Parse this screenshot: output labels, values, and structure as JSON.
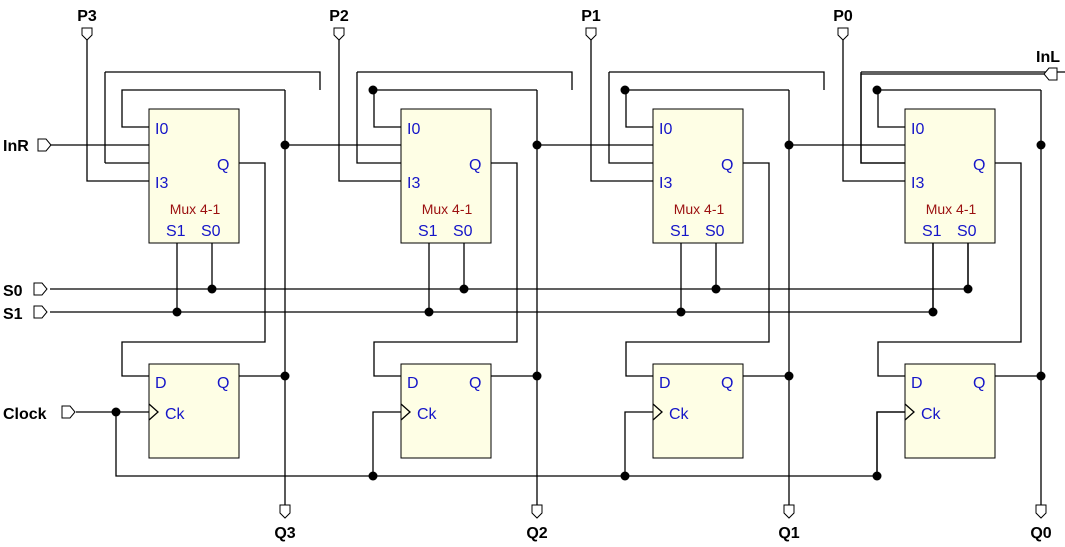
{
  "inputs": {
    "p3": "P3",
    "p2": "P2",
    "p1": "P1",
    "p0": "P0",
    "inr": "InR",
    "inl": "InL",
    "s0": "S0",
    "s1": "S1",
    "clock": "Clock"
  },
  "outputs": {
    "q3": "Q3",
    "q2": "Q2",
    "q1": "Q1",
    "q0": "Q0"
  },
  "mux_labels": {
    "i0": "I0",
    "i3": "I3",
    "q": "Q",
    "title": "Mux 4-1",
    "s1": "S1",
    "s0": "S0"
  },
  "ff_labels": {
    "d": "D",
    "q": "Q",
    "ck": "Ck"
  }
}
